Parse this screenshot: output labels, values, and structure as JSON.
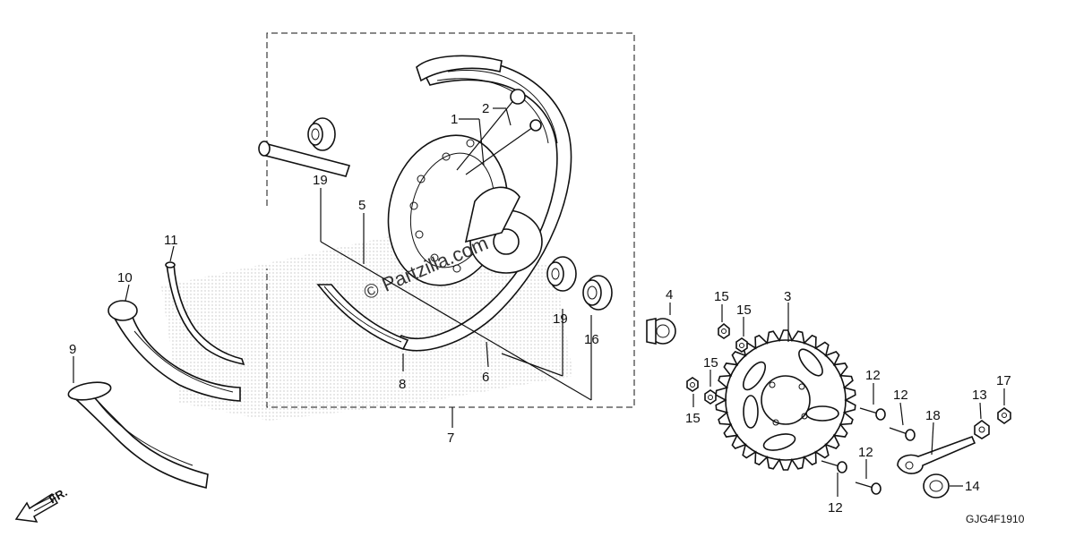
{
  "diagram": {
    "callouts": [
      {
        "id": "c1",
        "text": "1"
      },
      {
        "id": "c2",
        "text": "2"
      },
      {
        "id": "c3",
        "text": "3"
      },
      {
        "id": "c4",
        "text": "4"
      },
      {
        "id": "c5",
        "text": "5"
      },
      {
        "id": "c6",
        "text": "6"
      },
      {
        "id": "c7",
        "text": "7"
      },
      {
        "id": "c8",
        "text": "8"
      },
      {
        "id": "c9",
        "text": "9"
      },
      {
        "id": "c10",
        "text": "10"
      },
      {
        "id": "c11",
        "text": "11"
      },
      {
        "id": "c12a",
        "text": "12"
      },
      {
        "id": "c12b",
        "text": "12"
      },
      {
        "id": "c12c",
        "text": "12"
      },
      {
        "id": "c12d",
        "text": "12"
      },
      {
        "id": "c13",
        "text": "13"
      },
      {
        "id": "c14",
        "text": "14"
      },
      {
        "id": "c15a",
        "text": "15"
      },
      {
        "id": "c15b",
        "text": "15"
      },
      {
        "id": "c15c",
        "text": "15"
      },
      {
        "id": "c15d",
        "text": "15"
      },
      {
        "id": "c16",
        "text": "16"
      },
      {
        "id": "c17",
        "text": "17"
      },
      {
        "id": "c18",
        "text": "18"
      },
      {
        "id": "c19a",
        "text": "19"
      },
      {
        "id": "c19b",
        "text": "19"
      }
    ],
    "front_marker": "FR.",
    "diagram_code": "GJG4F1910",
    "watermark": "© Partzilla.com",
    "colors": {
      "line": "#111111",
      "background": "#ffffff",
      "stipple": "#bdbdbd"
    }
  }
}
